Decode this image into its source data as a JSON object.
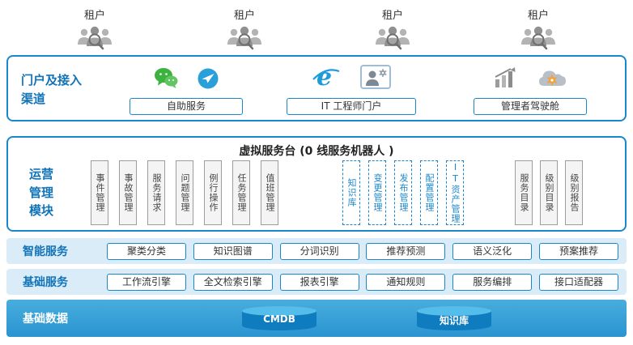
{
  "colors": {
    "accent_blue": "#1b87c9",
    "label_blue": "#1173b8",
    "band_bg": "#d9ecf8",
    "bottom_band": "#2f9dd6",
    "module_box_bg": "#f4f4f4",
    "module_box_border": "#9d9d9d",
    "wechat_green": "#3eb23e",
    "gear_orange": "#f0a23c"
  },
  "tenants": {
    "label": "租户",
    "icon": "users-group-magnifier-icon",
    "count": 4
  },
  "portal": {
    "label_lines": [
      "门户及接入",
      "渠道"
    ],
    "channels": [
      {
        "label": "自助服务",
        "icons": [
          "wechat-icon",
          "paper-plane-icon"
        ]
      },
      {
        "label": "IT 工程师门户",
        "icons": [
          "ie-browser-icon",
          "engineer-gear-icon"
        ]
      },
      {
        "label": "管理者驾驶舱",
        "icons": [
          "bar-chart-icon",
          "cloud-gear-icon"
        ]
      }
    ]
  },
  "operations": {
    "label_lines": [
      "运营",
      "管理",
      "模块"
    ],
    "title": "虚拟服务台 (0 线服务机器人 )",
    "process_modules": [
      "事件管理",
      "事故管理",
      "服务请求",
      "问题管理",
      "例行操作",
      "任务管理",
      "值班管理"
    ],
    "dashed_modules": [
      "知识库",
      "变更管理",
      "发布管理",
      "配置管理",
      "IT资产管理"
    ],
    "report_modules": [
      "服务目录",
      "级别目录",
      "级别报告"
    ]
  },
  "intelligent_services": {
    "label": "智能服务",
    "items": [
      "聚类分类",
      "知识图谱",
      "分词识别",
      "推荐预测",
      "语义泛化",
      "预案推荐"
    ]
  },
  "basic_services": {
    "label": "基础服务",
    "items": [
      "工作流引擎",
      "全文检索引擎",
      "报表引擎",
      "通知规则",
      "服务编排",
      "接口适配器"
    ]
  },
  "basic_data": {
    "label": "基础数据",
    "databases": [
      "CMDB",
      "知识库"
    ]
  }
}
